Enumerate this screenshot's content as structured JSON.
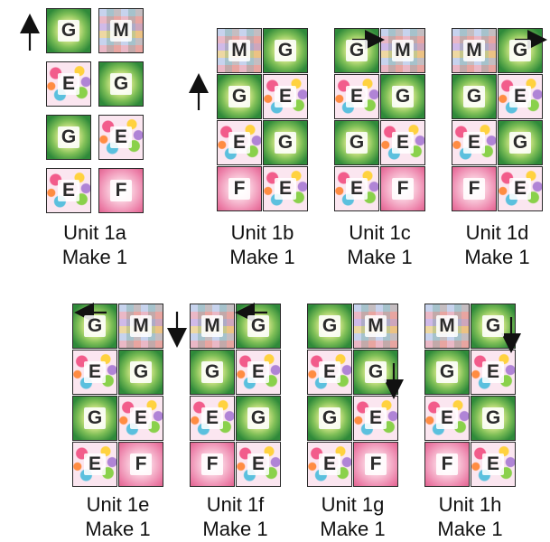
{
  "colors": {
    "G": "#4f9e45",
    "M": "#e6d5ec",
    "E": "#f3a6c8",
    "F": "#ec86ac",
    "ink": "#111111"
  },
  "units": [
    {
      "id": "1a",
      "label": "Unit 1a",
      "make": "Make 1",
      "rows": [
        [
          "G",
          "M"
        ],
        [
          "E",
          "G"
        ],
        [
          "G",
          "E"
        ],
        [
          "E",
          "F"
        ]
      ]
    },
    {
      "id": "1b",
      "label": "Unit 1b",
      "make": "Make 1",
      "rows": [
        [
          "M",
          "G"
        ],
        [
          "G",
          "E"
        ],
        [
          "E",
          "G"
        ],
        [
          "F",
          "E"
        ]
      ]
    },
    {
      "id": "1c",
      "label": "Unit 1c",
      "make": "Make 1",
      "rows": [
        [
          "G",
          "M"
        ],
        [
          "E",
          "G"
        ],
        [
          "G",
          "E"
        ],
        [
          "E",
          "F"
        ]
      ]
    },
    {
      "id": "1d",
      "label": "Unit 1d",
      "make": "Make 1",
      "rows": [
        [
          "M",
          "G"
        ],
        [
          "G",
          "E"
        ],
        [
          "E",
          "G"
        ],
        [
          "F",
          "E"
        ]
      ]
    },
    {
      "id": "1e",
      "label": "Unit 1e",
      "make": "Make 1",
      "rows": [
        [
          "G",
          "M"
        ],
        [
          "E",
          "G"
        ],
        [
          "G",
          "E"
        ],
        [
          "E",
          "F"
        ]
      ]
    },
    {
      "id": "1f",
      "label": "Unit 1f",
      "make": "Make 1",
      "rows": [
        [
          "M",
          "G"
        ],
        [
          "G",
          "E"
        ],
        [
          "E",
          "G"
        ],
        [
          "F",
          "E"
        ]
      ]
    },
    {
      "id": "1g",
      "label": "Unit 1g",
      "make": "Make 1",
      "rows": [
        [
          "G",
          "M"
        ],
        [
          "E",
          "G"
        ],
        [
          "G",
          "E"
        ],
        [
          "E",
          "F"
        ]
      ]
    },
    {
      "id": "1h",
      "label": "Unit 1h",
      "make": "Make 1",
      "rows": [
        [
          "M",
          "G"
        ],
        [
          "G",
          "E"
        ],
        [
          "E",
          "G"
        ],
        [
          "F",
          "E"
        ]
      ]
    }
  ]
}
